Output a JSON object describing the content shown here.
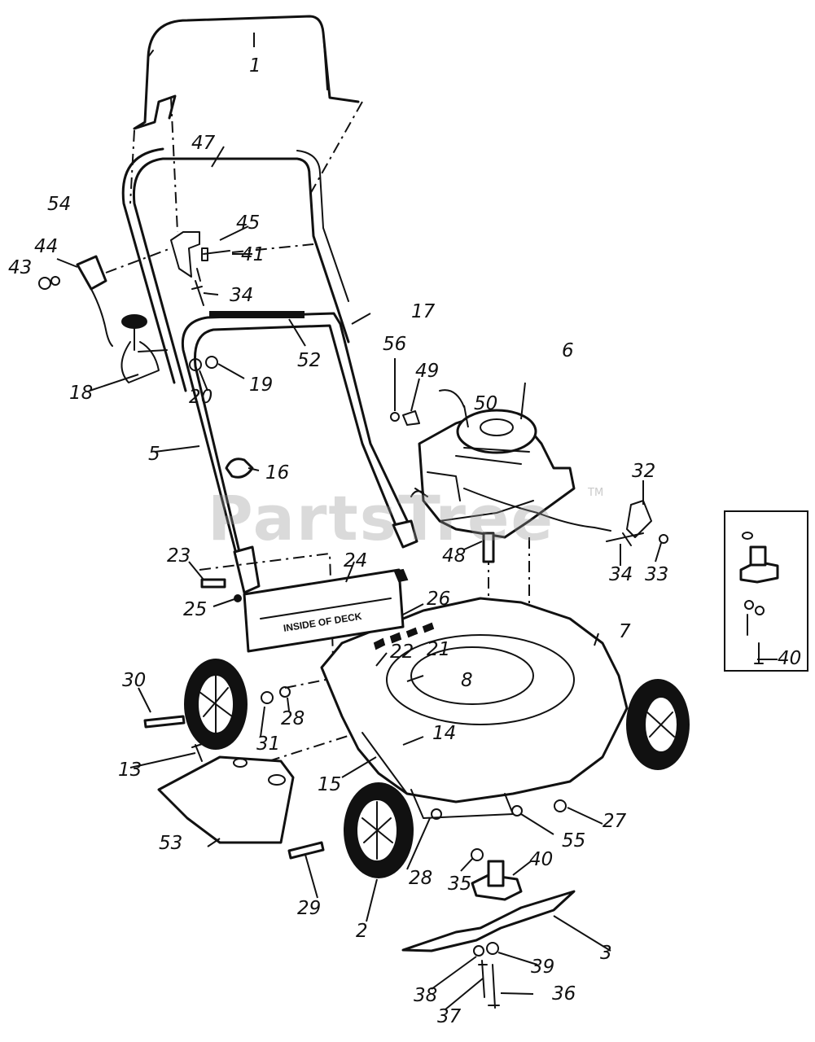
{
  "watermark": {
    "text": "PartsTree",
    "trademark": "TM"
  },
  "deck_label": "INSIDE OF DECK",
  "callouts": {
    "c1": "1",
    "c47": "47",
    "c54": "54",
    "c45": "45",
    "c44": "44",
    "c43": "43",
    "c41": "41",
    "c34a": "34",
    "c17": "17",
    "c52": "52",
    "c18": "18",
    "c19": "19",
    "c20": "20",
    "c56": "56",
    "c49": "49",
    "c50": "50",
    "c6": "6",
    "c5": "5",
    "c16": "16",
    "c32": "32",
    "c48": "48",
    "c34b": "34",
    "c33": "33",
    "c23": "23",
    "c24": "24",
    "c26": "26",
    "c7": "7",
    "c25": "25",
    "c22": "22",
    "c21": "21",
    "c8": "8",
    "c30": "30",
    "c28a": "28",
    "c31": "31",
    "c14": "14",
    "c13": "13",
    "c15": "15",
    "c27": "27",
    "c53": "53",
    "c55": "55",
    "c40a": "40",
    "c35": "35",
    "c28b": "28",
    "c29": "29",
    "c2": "2",
    "c3": "3",
    "c39": "39",
    "c38": "38",
    "c36": "36",
    "c37": "37",
    "c40b": "40"
  }
}
